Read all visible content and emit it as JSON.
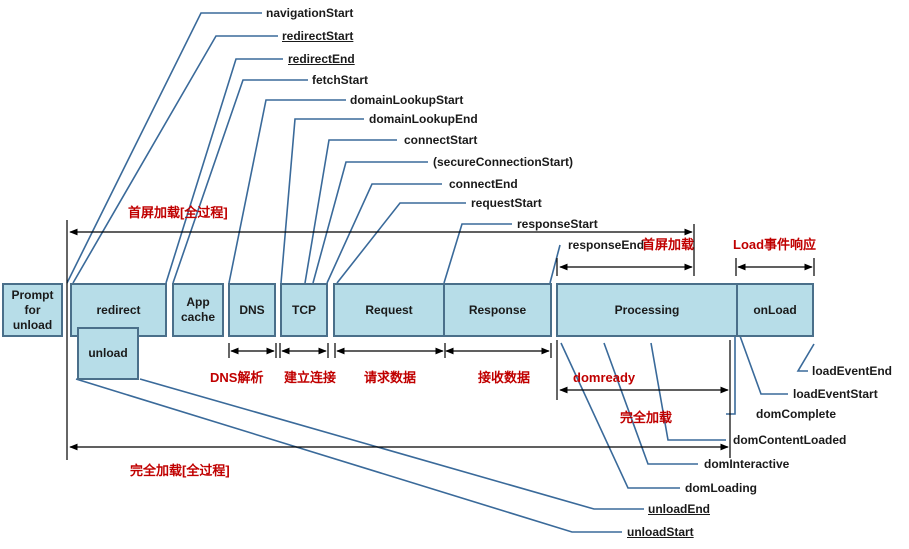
{
  "phases": {
    "prompt": "Prompt for unload",
    "redirect": "redirect",
    "unload": "unload",
    "appcache": "App cache",
    "dns": "DNS",
    "tcp": "TCP",
    "request": "Request",
    "response": "Response",
    "processing": "Processing",
    "onload": "onLoad"
  },
  "events": {
    "navigationStart": "navigationStart",
    "redirectStart": "redirectStart",
    "redirectEnd": "redirectEnd",
    "fetchStart": "fetchStart",
    "domainLookupStart": "domainLookupStart",
    "domainLookupEnd": "domainLookupEnd",
    "connectStart": "connectStart",
    "secureConnectionStart": "(secureConnectionStart)",
    "connectEnd": "connectEnd",
    "requestStart": "requestStart",
    "responseStart": "responseStart",
    "responseEnd": "responseEnd",
    "loadEventEnd": "loadEventEnd",
    "loadEventStart": "loadEventStart",
    "domComplete": "domComplete",
    "domContentLoaded": "domContentLoaded",
    "domInteractive": "domInteractive",
    "domLoading": "domLoading",
    "unloadEnd": "unloadEnd",
    "unloadStart": "unloadStart"
  },
  "spans": {
    "firstScreenFull": "首屏加载[全过程]",
    "firstScreen": "首屏加载",
    "loadResponse": "Load事件响应",
    "dnsParse": "DNS解析",
    "connect": "建立连接",
    "requestData": "请求数据",
    "receiveData": "接收数据",
    "domready": "domready",
    "fullLoad": "完全加载",
    "fullLoadFull": "完全加载[全过程]"
  },
  "colors": {
    "box_fill": "#b7dde8",
    "box_border": "#4a6f8a",
    "leader_line": "#3a6a9a",
    "span_text": "#c00000"
  }
}
